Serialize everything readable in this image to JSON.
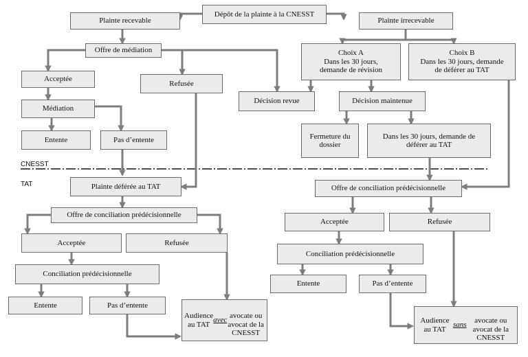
{
  "zones": {
    "top": "CNESST",
    "bottom": "TAT"
  },
  "nodes": {
    "depot": "Dépôt de la plainte à la CNESST",
    "recevable": "Plainte recevable",
    "irrecevable": "Plainte irrecevable",
    "offre_mediation": "Offre de médiation",
    "acceptee1": "Acceptée",
    "refusee1": "Refusée",
    "mediation": "Médiation",
    "entente1": "Entente",
    "pas_entente1": "Pas d’entente",
    "choix_a": "Choix A\nDans les 30 jours,\ndemande de révision",
    "choix_b": "Choix B\nDans les 30 jours, demande\nde déférer au TAT",
    "decision_revue": "Décision revue",
    "decision_maintenue": "Décision maintenue",
    "fermeture": "Fermeture du\ndossier",
    "deferer": "Dans les 30 jours, demande de\ndéférer au TAT",
    "plainte_deferee": "Plainte déférée au TAT",
    "offre_conc_left": "Offre de conciliation prédécisionnelle",
    "acceptee_left": "Acceptée",
    "refusee_left": "Refusée",
    "conc_left": "Conciliation prédécisionnelle",
    "entente_left": "Entente",
    "pas_entente_left": "Pas d’entente",
    "audience_avec": "Audience au TAT avec\navocate ou avocat de la\nCNESST",
    "offre_conc_right": "Offre de conciliation prédécisionnelle",
    "acceptee_right": "Acceptée",
    "refusee_right": "Refusée",
    "conc_right": "Conciliation prédécisionnelle",
    "entente_right": "Entente",
    "pas_entente_right": "Pas d’entente",
    "audience_sans": "Audience au TAT sans\navocate ou avocat de la\nCNESST"
  },
  "colors": {
    "box_fill": "#ebebeb",
    "box_border": "#6a6a6a",
    "arrow": "#7d7d7d",
    "divider": "#111111"
  }
}
